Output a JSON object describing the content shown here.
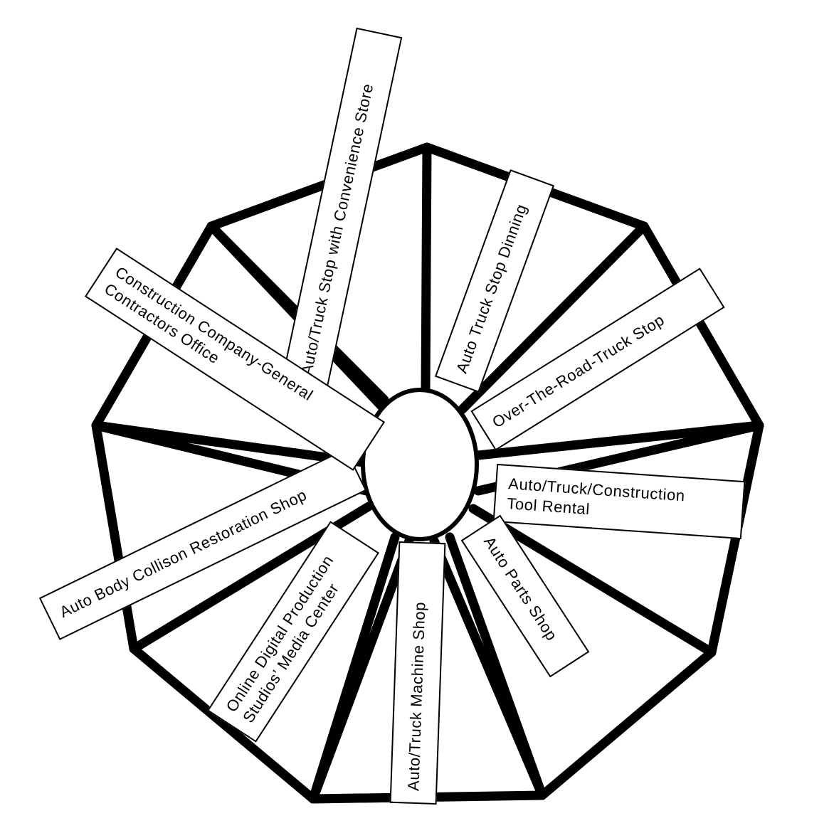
{
  "colors": {
    "line": "#000000",
    "background": "#ffffff"
  },
  "labels": [
    {
      "id": "convenience-store",
      "lines": [
        "Auto/Truck Stop with Convenience Store"
      ]
    },
    {
      "id": "dinning",
      "lines": [
        "Auto Truck Stop Dinning"
      ]
    },
    {
      "id": "otr-truck-stop",
      "lines": [
        "Over-The-Road-Truck Stop"
      ]
    },
    {
      "id": "tool-rental",
      "lines": [
        "Auto/Truck/Construction",
        "Tool Rental"
      ]
    },
    {
      "id": "parts-shop",
      "lines": [
        "Auto Parts Shop"
      ]
    },
    {
      "id": "machine-shop",
      "lines": [
        "Auto/Truck Machine Shop"
      ]
    },
    {
      "id": "media-center",
      "lines": [
        "Online Digital Production",
        "Studios’ Media Center"
      ]
    },
    {
      "id": "collision-shop",
      "lines": [
        "Auto Body Collison Restoration Shop"
      ]
    },
    {
      "id": "construction-office",
      "lines": [
        "Construction Company-General",
        "Contractors Office"
      ]
    }
  ]
}
